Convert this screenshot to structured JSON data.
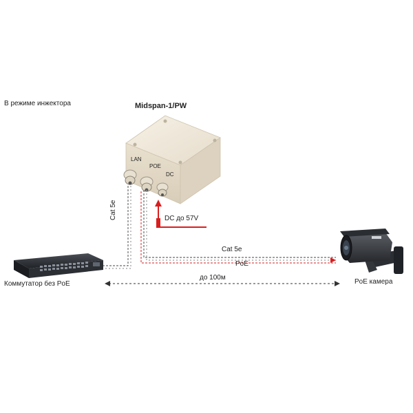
{
  "labels": {
    "mode": "В режиме инжектора",
    "device_title": "Midspan-1/PW",
    "port_lan": "LAN",
    "port_poe": "POE",
    "port_dc": "DC",
    "dc_voltage": "DC до 57V",
    "cable_vertical": "Cat 5e",
    "cable_horizontal": "Cat 5e",
    "poe": "PoE",
    "distance": "до 100м",
    "switch": "Коммутатор без PoE",
    "camera": "PoE камера"
  },
  "colors": {
    "power_line": "#d91e1e",
    "cable": "#6b6b6b",
    "enclosure": "#efe7d8",
    "switch_body": "#2a2d31",
    "camera_body": "#3a3d42"
  }
}
